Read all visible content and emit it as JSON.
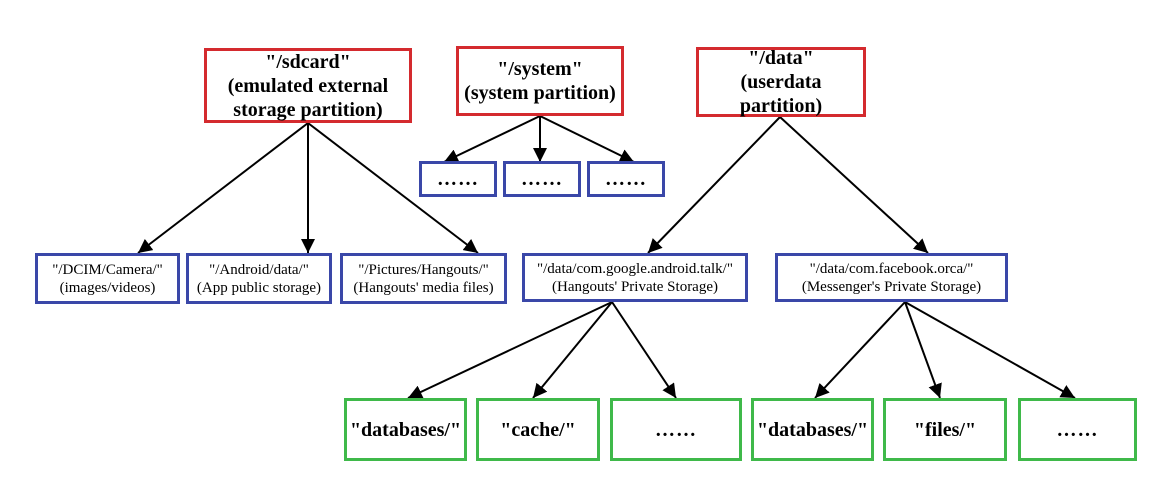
{
  "partitions": {
    "sdcard": {
      "line1": "\"/sdcard\"",
      "line2": "(emulated external",
      "line3": "storage partition)"
    },
    "system": {
      "line1": "\"/system\"",
      "line2": "(system partition)"
    },
    "data": {
      "line1": "\"/data\"",
      "line2": "(userdata partition)"
    }
  },
  "system_children": [
    "……",
    "……",
    "……"
  ],
  "sdcard_children": [
    {
      "line1": "\"/DCIM/Camera/\"",
      "line2": "(images/videos)"
    },
    {
      "line1": "\"/Android/data/\"",
      "line2": "(App public storage)"
    },
    {
      "line1": "\"/Pictures/Hangouts/\"",
      "line2": "(Hangouts' media files)"
    }
  ],
  "data_children": [
    {
      "line1": "\"/data/com.google.android.talk/\"",
      "line2": "(Hangouts' Private Storage)"
    },
    {
      "line1": "\"/data/com.facebook.orca/\"",
      "line2": "(Messenger's Private Storage)"
    }
  ],
  "hangouts_children": [
    "\"databases/\"",
    "\"cache/\"",
    "……"
  ],
  "messenger_children": [
    "\"databases/\"",
    "\"files/\"",
    "……"
  ],
  "colors": {
    "partition_border": "#d42a2e",
    "folder_border": "#3a47a8",
    "subfolder_border": "#3fb94a"
  }
}
